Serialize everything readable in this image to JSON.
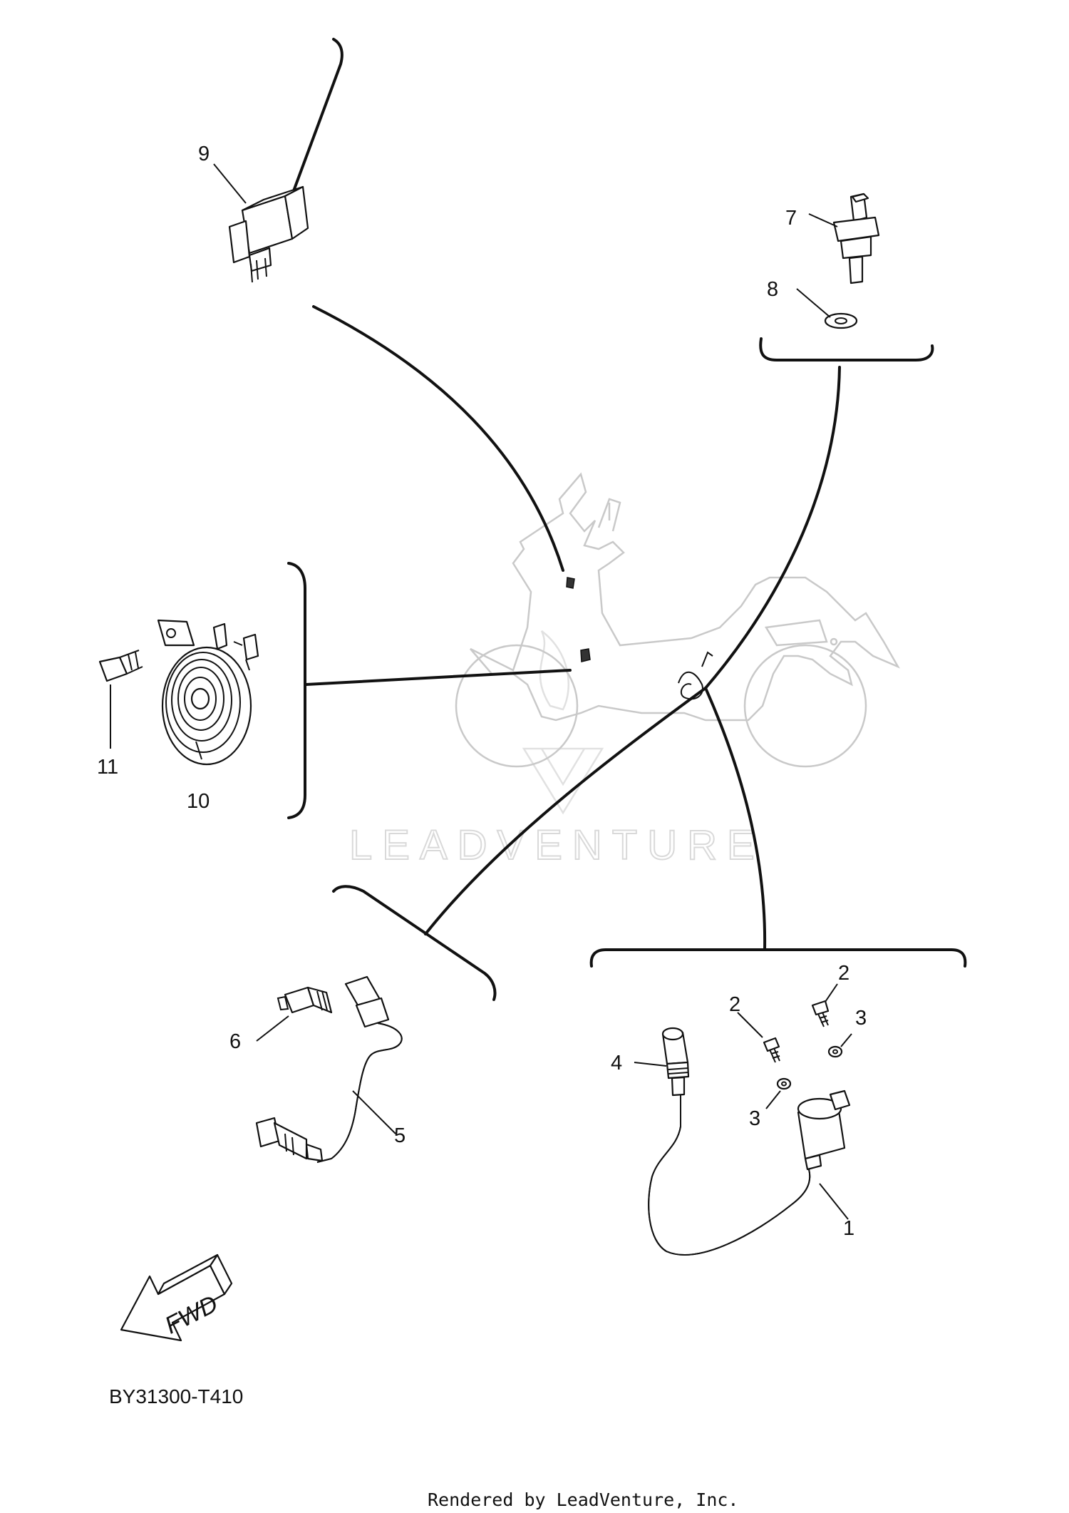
{
  "diagram": {
    "drawing_code": "BY31300-T410",
    "rendered_by": "Rendered by LeadVenture, Inc.",
    "watermark": "LEADVENTURE",
    "direction_label": "FWD",
    "callouts": {
      "c1": "1",
      "c2a": "2",
      "c2b": "2",
      "c3a": "3",
      "c3b": "3",
      "c4": "4",
      "c5": "5",
      "c6": "6",
      "c7": "7",
      "c8": "8",
      "c9": "9",
      "c10": "10",
      "c11": "11"
    },
    "colors": {
      "ink": "#111111",
      "watermark": "#d9d9d9",
      "vehicle_outline": "#c9c9c9"
    }
  }
}
